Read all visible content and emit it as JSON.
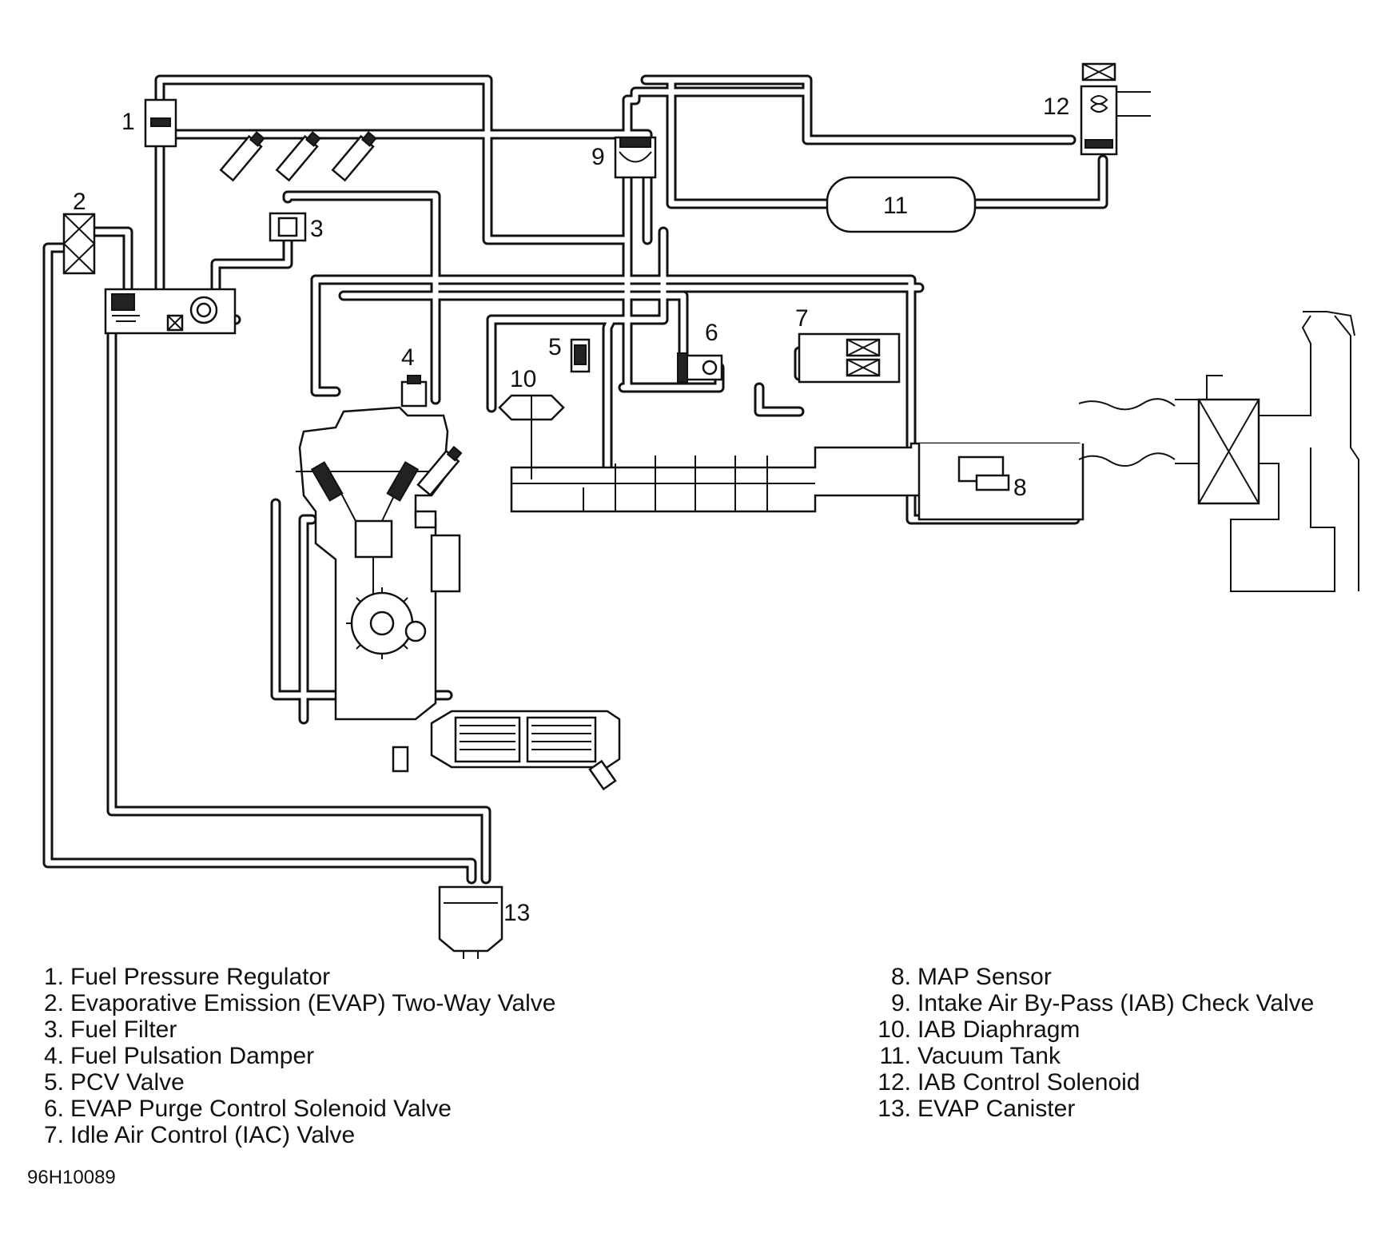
{
  "callouts": {
    "c1": "1",
    "c2": "2",
    "c3": "3",
    "c4": "4",
    "c5": "5",
    "c6": "6",
    "c7": "7",
    "c8": "8",
    "c9": "9",
    "c10": "10",
    "c11": "11",
    "c12": "12",
    "c13": "13"
  },
  "legend": {
    "left": [
      {
        "num": "1.",
        "label": "Fuel Pressure Regulator"
      },
      {
        "num": "2.",
        "label": "Evaporative Emission (EVAP) Two-Way Valve"
      },
      {
        "num": "3.",
        "label": "Fuel Filter"
      },
      {
        "num": "4.",
        "label": "Fuel Pulsation Damper"
      },
      {
        "num": "5.",
        "label": "PCV Valve"
      },
      {
        "num": "6.",
        "label": "EVAP Purge Control Solenoid Valve"
      },
      {
        "num": "7.",
        "label": "Idle Air Control (IAC) Valve"
      }
    ],
    "right": [
      {
        "num": "8.",
        "label": "MAP Sensor"
      },
      {
        "num": "9.",
        "label": "Intake Air By-Pass (IAB) Check Valve"
      },
      {
        "num": "10.",
        "label": "IAB Diaphragm"
      },
      {
        "num": "11.",
        "label": "Vacuum Tank"
      },
      {
        "num": "12.",
        "label": "IAB Control Solenoid"
      },
      {
        "num": "13.",
        "label": "EVAP Canister"
      }
    ]
  },
  "figure_code": "96H10089"
}
